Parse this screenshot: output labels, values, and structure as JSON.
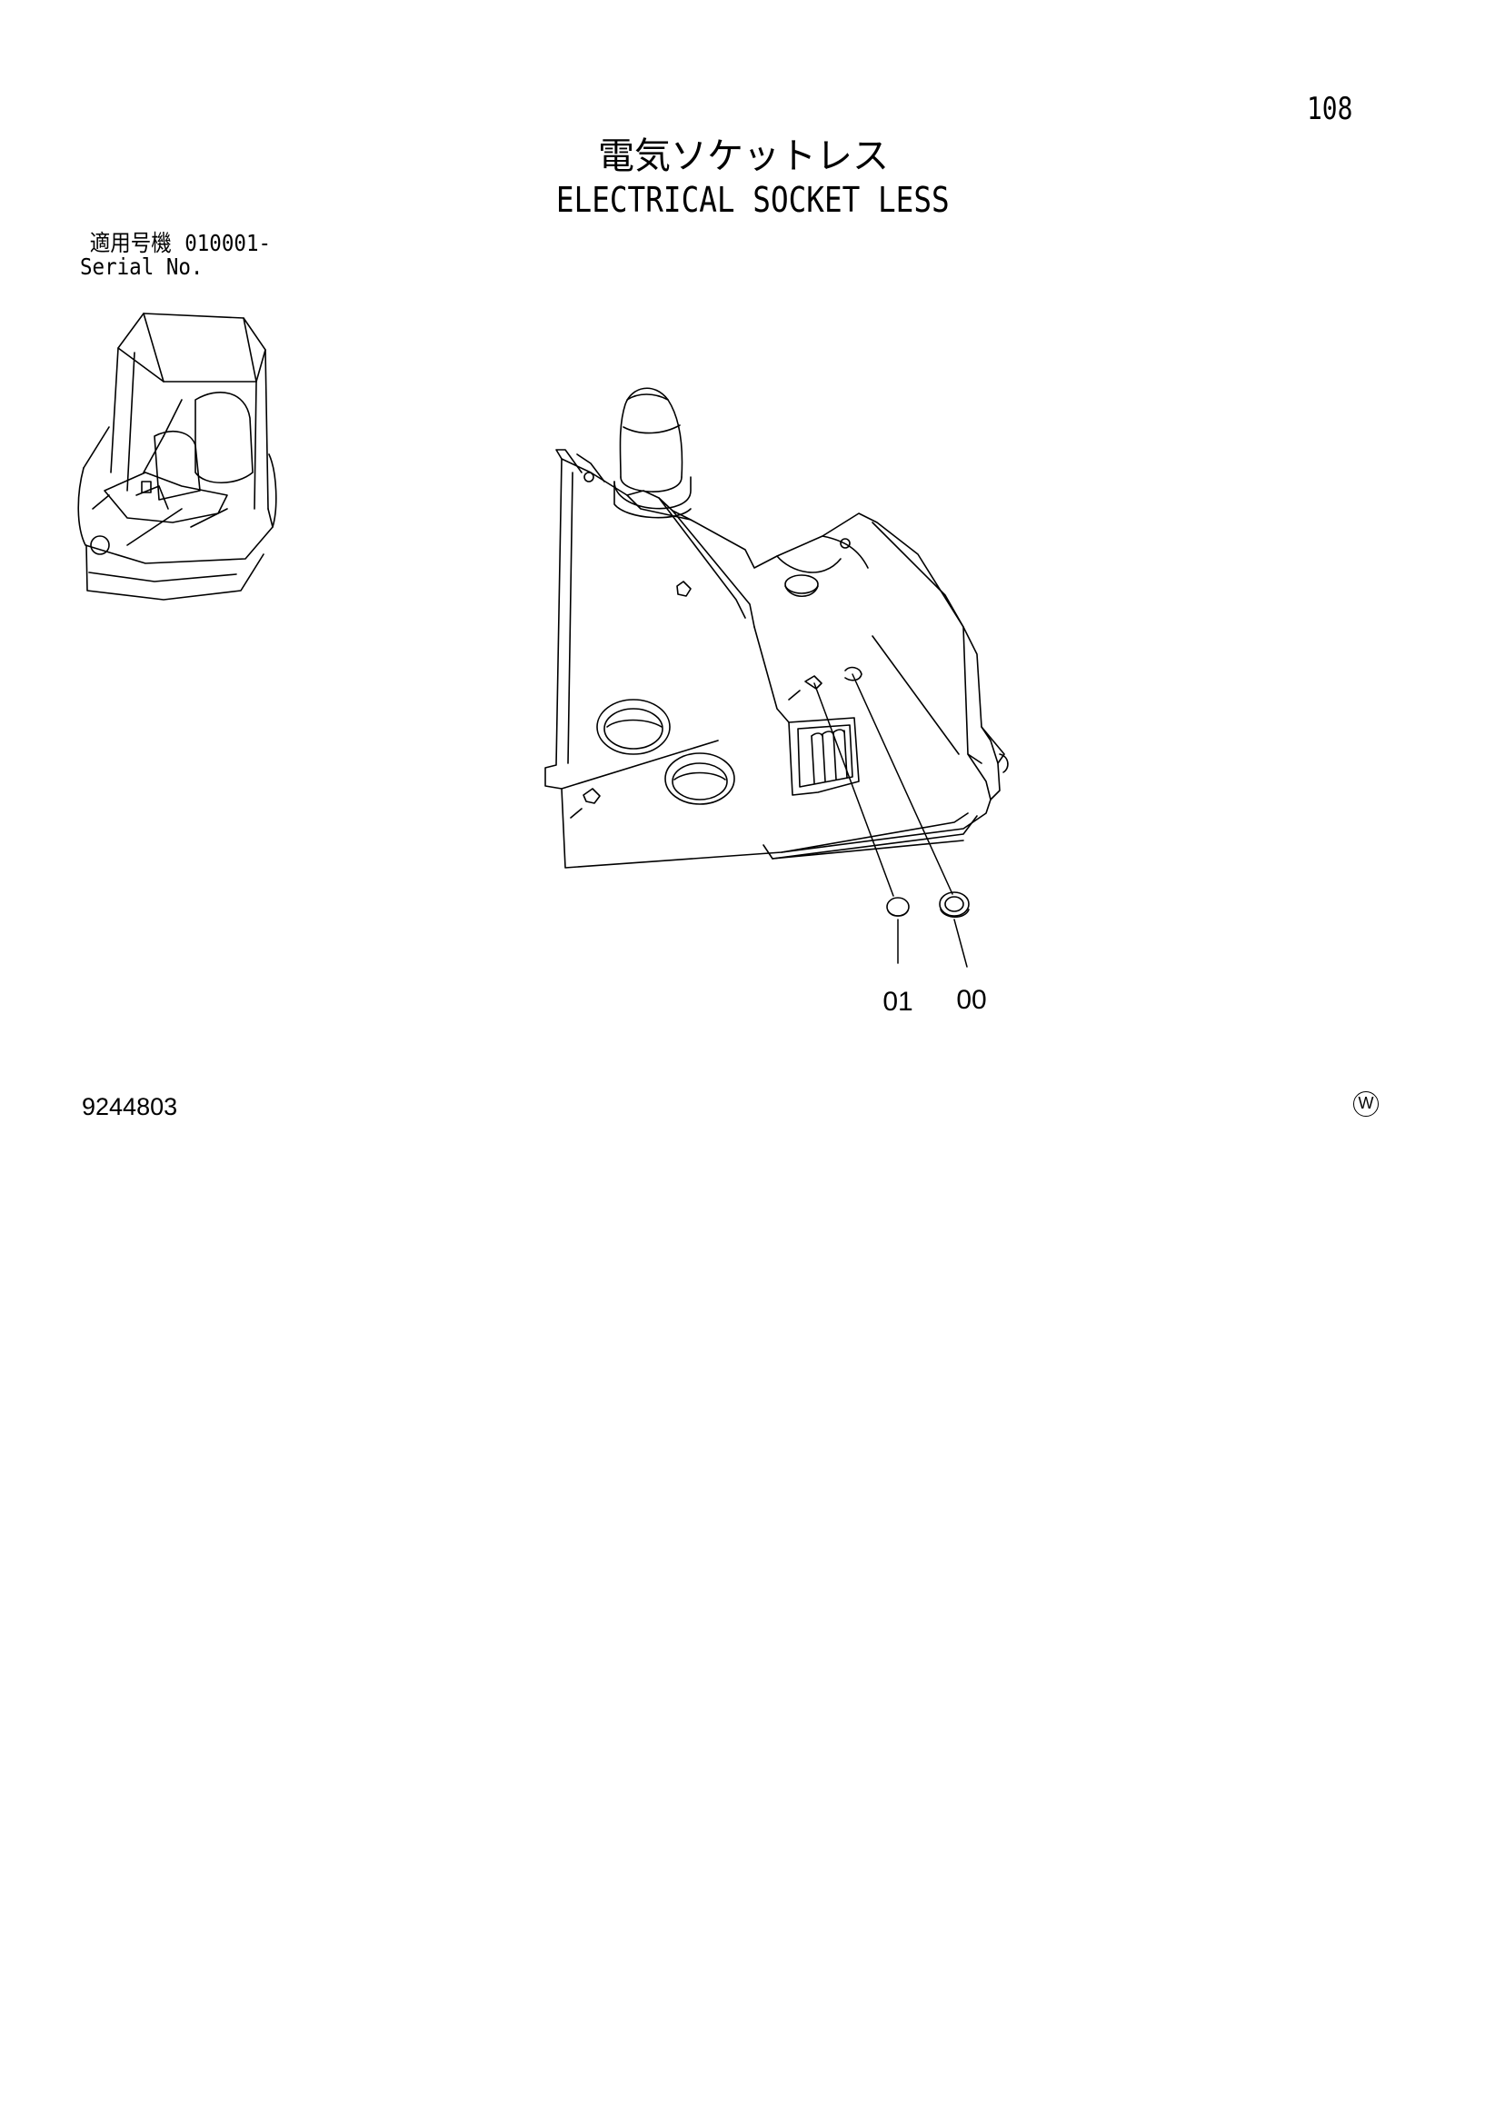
{
  "page": {
    "number": "108",
    "title_jp": "電気ソケットレス",
    "title_en": "ELECTRICAL SOCKET LESS"
  },
  "serial": {
    "label_jp": "適用号機",
    "value": "010001-",
    "label_en": "Serial No."
  },
  "callouts": {
    "part_01": "01",
    "part_00": "00"
  },
  "footer": {
    "doc_number": "9244803",
    "stamp": "W"
  },
  "drawing": {
    "stroke_color": "#000000",
    "paper_color": "#ffffff"
  }
}
